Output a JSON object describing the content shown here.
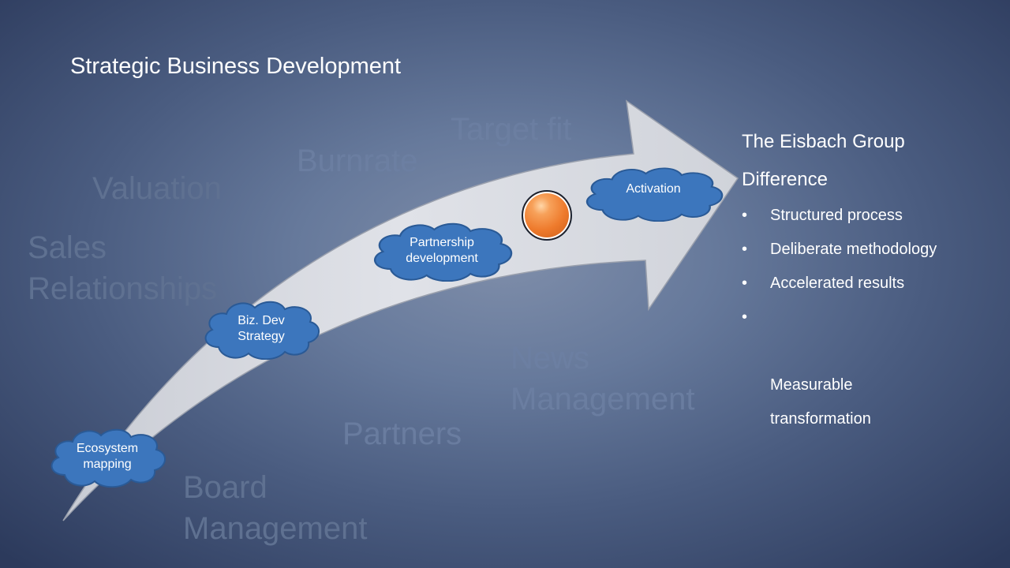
{
  "title": "Strategic Business Development",
  "background_words": [
    "Valuation",
    "Sales\nRelationships",
    "Target fit",
    "Burnrate",
    "News\nManagement",
    "Partners",
    "Board\nManagement"
  ],
  "steps": [
    "Ecosystem\nmapping",
    "Biz. Dev\nStrategy",
    "Partnership\ndevelopment",
    "Activation"
  ],
  "panel": {
    "heading_line1": "The Eisbach Group",
    "heading_line2": "Difference",
    "bullet_glyph": "•",
    "items": [
      "Structured process",
      "Deliberate methodology",
      "Accelerated results",
      "Measurable\ntransformation"
    ]
  },
  "colors": {
    "cloud_fill": "#3c76bd",
    "cloud_stroke": "#2a5a96",
    "arrow_fill": "#d6d9e0",
    "orb": "#ee7a2c"
  }
}
